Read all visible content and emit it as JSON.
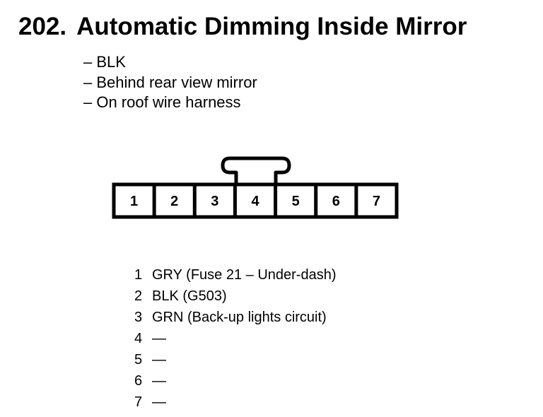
{
  "title": {
    "number": "202.",
    "text": "Automatic Dimming Inside Mirror"
  },
  "notes": [
    "– BLK",
    "– Behind rear view mirror",
    "– On roof wire harness"
  ],
  "connector": {
    "pin_labels": [
      "1",
      "2",
      "3",
      "4",
      "5",
      "6",
      "7"
    ]
  },
  "pinout": [
    {
      "pin": "1",
      "desc": "GRY (Fuse 21 – Under-dash)"
    },
    {
      "pin": "2",
      "desc": "BLK (G503)"
    },
    {
      "pin": "3",
      "desc": "GRN (Back-up lights circuit)"
    },
    {
      "pin": "4",
      "desc": "—"
    },
    {
      "pin": "5",
      "desc": "—"
    },
    {
      "pin": "6",
      "desc": "—"
    },
    {
      "pin": "7",
      "desc": "—"
    }
  ]
}
